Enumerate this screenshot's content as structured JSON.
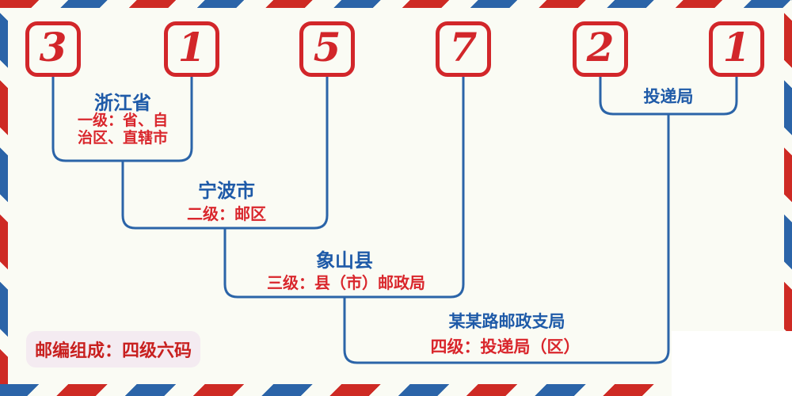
{
  "postal_code": {
    "digits": [
      "3",
      "1",
      "5",
      "7",
      "2",
      "1"
    ]
  },
  "labels": {
    "delivery_office": "投递局",
    "levels": [
      {
        "name": "浙江省",
        "desc_lines": [
          "一级：省、自",
          "治区、直辖市"
        ]
      },
      {
        "name": "宁波市",
        "desc": "二级：邮区"
      },
      {
        "name": "象山县",
        "desc": "三级：县（市）邮政局"
      },
      {
        "name": "某某路邮政支局",
        "desc": "四级：投递局（区）"
      }
    ],
    "badge": "邮编组成：四级六码"
  },
  "colors": {
    "digit_red": "#d2262a",
    "label_red": "#d9262c",
    "label_blue": "#1e5aa8",
    "connector_blue": "#2b64a8",
    "stripe_red": "#ce2a24",
    "stripe_blue": "#2b64a8",
    "badge_background": "#f4ebf1",
    "page_background": "#fafbf4"
  }
}
